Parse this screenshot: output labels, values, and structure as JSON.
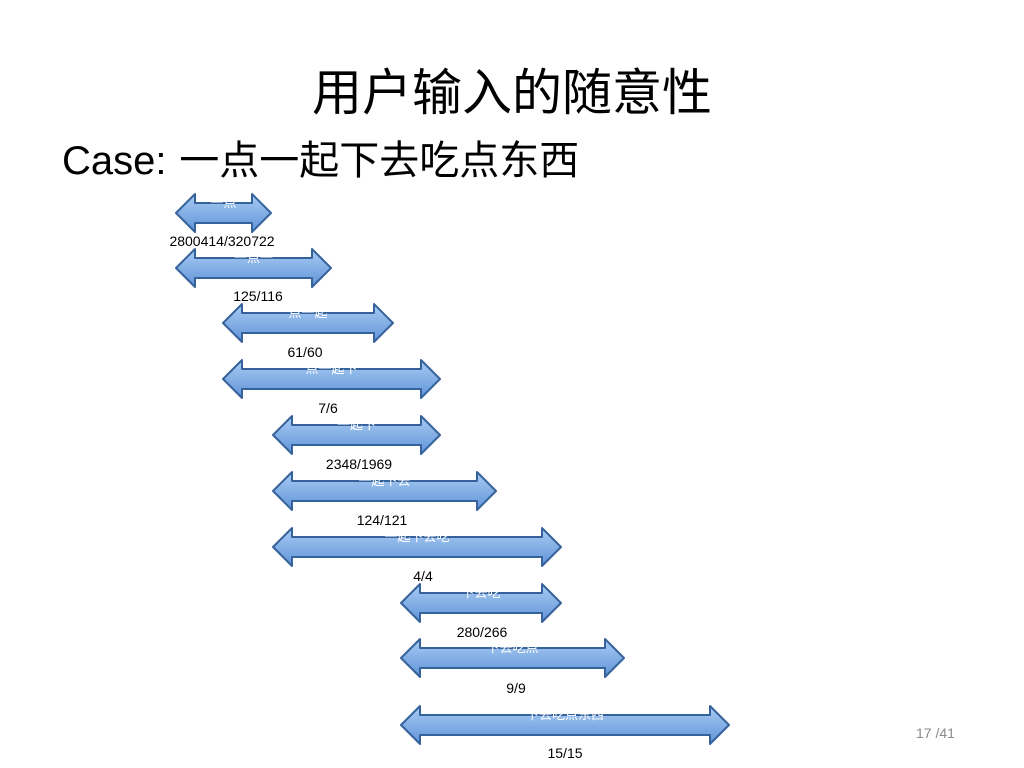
{
  "slide": {
    "title": "用户输入的随意性",
    "case_label": "Case:",
    "case_phrase": "一点一起下去吃点东西",
    "page_number": "17 /41"
  },
  "colors": {
    "arrow_fill_top": "#a9cbf3",
    "arrow_fill_bottom": "#5f94d8",
    "arrow_stroke": "#36629c",
    "label_text": "#ffffff",
    "page_number": "#8a8a8a"
  },
  "ngrams": [
    {
      "label": "一点",
      "count": "2800414/320722"
    },
    {
      "label": "一点一",
      "count": "125/116"
    },
    {
      "label": "点一起",
      "count": "61/60"
    },
    {
      "label": "点一起下",
      "count": "7/6"
    },
    {
      "label": "一起下",
      "count": "2348/1969"
    },
    {
      "label": "一起下去",
      "count": "124/121"
    },
    {
      "label": "一起下去吃",
      "count": "4/4"
    },
    {
      "label": "下去吃",
      "count": "280/266"
    },
    {
      "label": "下去吃点",
      "count": "9/9"
    },
    {
      "label": "下去吃点东西",
      "count": "15/15"
    }
  ]
}
